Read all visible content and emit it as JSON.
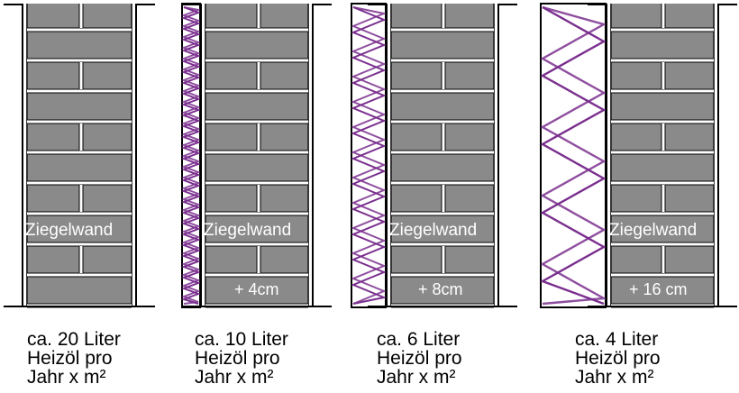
{
  "colors": {
    "brick": "#8a8a8a",
    "mortar": "#ffffff",
    "outline": "#000000",
    "insulation_zigzag": "#7a2f8e",
    "insulation_fill": "#ffffff"
  },
  "walls": [
    {
      "wall_label": "Ziegelwand",
      "insulation_label": "",
      "caption": {
        "line1": "ca. 20 Liter",
        "line2": "Heizöl pro",
        "line3": "Jahr x m²"
      }
    },
    {
      "wall_label": "Ziegelwand",
      "insulation_label": "+ 4cm",
      "caption": {
        "line1": "ca. 10 Liter",
        "line2": "Heizöl pro",
        "line3": "Jahr x m²"
      }
    },
    {
      "wall_label": "Ziegelwand",
      "insulation_label": "+ 8cm",
      "caption": {
        "line1": "ca. 6 Liter",
        "line2": "Heizöl pro",
        "line3": "Jahr x m²"
      }
    },
    {
      "wall_label": "Ziegelwand",
      "insulation_label": "+ 16 cm",
      "caption": {
        "line1": "ca. 4 Liter",
        "line2": "Heizöl pro",
        "line3": "Jahr x m²"
      }
    }
  ]
}
